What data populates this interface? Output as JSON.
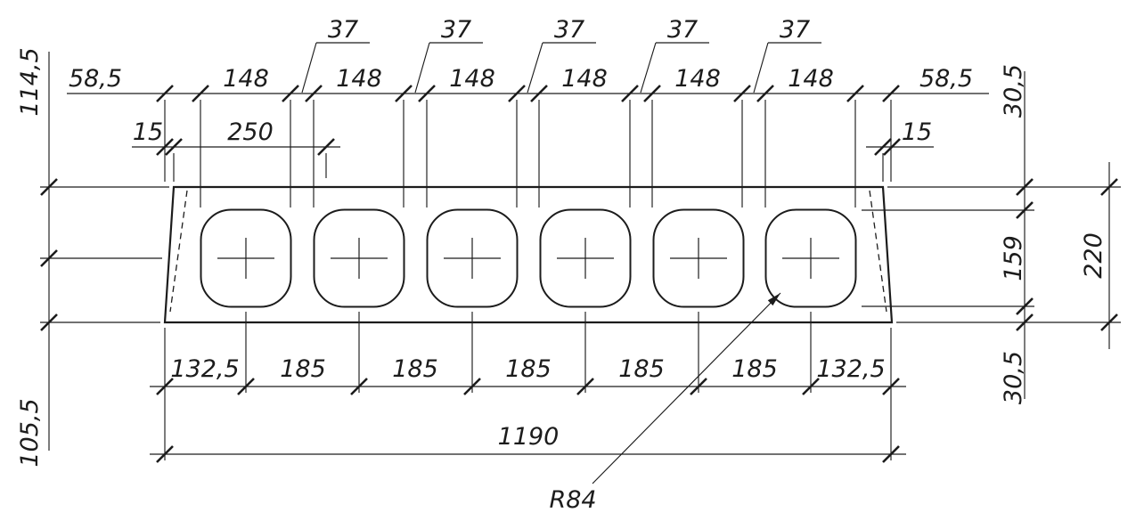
{
  "drawing": {
    "type": "technical-dimension-drawing",
    "subject": "hollow-core-slab-cross-section",
    "line_color": "#1c1c1c",
    "background": "#ffffff"
  },
  "dims": {
    "gap_labels": [
      "37",
      "37",
      "37",
      "37",
      "37"
    ],
    "top_edge_left": "58,5",
    "void_widths": [
      "148",
      "148",
      "148",
      "148",
      "148",
      "148"
    ],
    "top_edge_right": "58,5",
    "chamfer_left": "15",
    "chamfer_right": "15",
    "first_pitch": "250",
    "left_upper": "114,5",
    "left_lower": "105,5",
    "cover_top": "30,5",
    "void_height": "159",
    "cover_bottom": "30,5",
    "total_height": "220",
    "bottom_chain": [
      "132,5",
      "185",
      "185",
      "185",
      "185",
      "185",
      "132,5"
    ],
    "overall_length": "1190",
    "void_radius": "R84"
  }
}
